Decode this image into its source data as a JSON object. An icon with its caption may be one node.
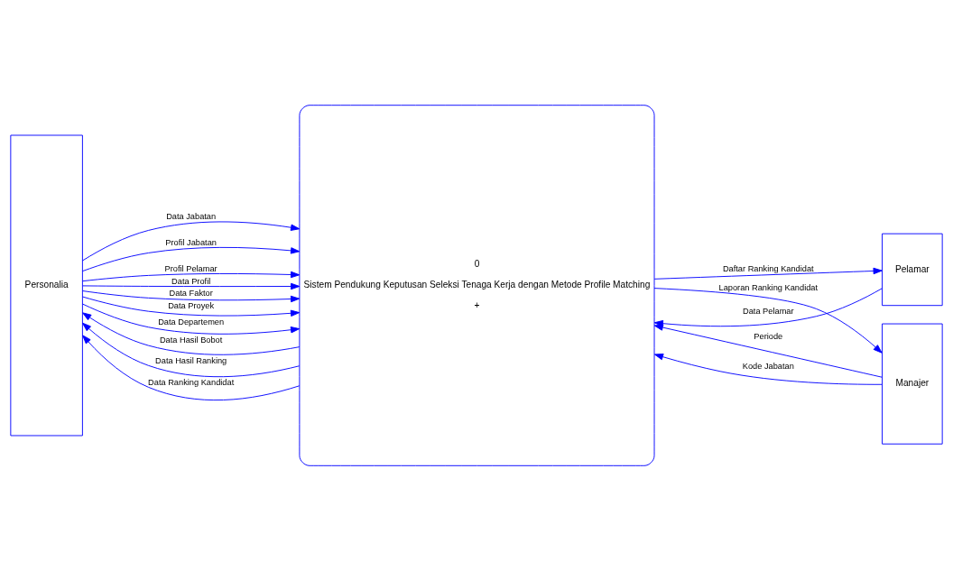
{
  "diagram": {
    "nodes": [
      {
        "text": [
          "Personalia"
        ]
      },
      {
        "text": [
          "0",
          "Sistem Pendukung Keputusan Seleksi Tenaga Kerja dengan Metode Profile Matching",
          "+"
        ]
      },
      {
        "text": [
          "Pelamar"
        ]
      },
      {
        "text": [
          "Manajer"
        ]
      }
    ],
    "edges": [
      {
        "from": 0,
        "to": 1,
        "arrow": "to",
        "label": "Data Jabatan"
      },
      {
        "from": 0,
        "to": 1,
        "arrow": "to",
        "label": "Profil Jabatan"
      },
      {
        "from": 0,
        "to": 1,
        "arrow": "to",
        "label": "Profil Pelamar"
      },
      {
        "from": 0,
        "to": 1,
        "arrow": "to",
        "label": "Data Profil"
      },
      {
        "from": 0,
        "to": 1,
        "arrow": "to",
        "label": "Data Faktor"
      },
      {
        "from": 0,
        "to": 1,
        "arrow": "to",
        "label": "Data Proyek"
      },
      {
        "from": 0,
        "to": 1,
        "arrow": "to",
        "label": "Data Departemen"
      },
      {
        "from": 1,
        "to": 0,
        "arrow": "to",
        "label": "Data Hasil Bobot"
      },
      {
        "from": 1,
        "to": 0,
        "arrow": "to",
        "label": "Data Hasil Ranking"
      },
      {
        "from": 1,
        "to": 0,
        "arrow": "to",
        "label": "Data Ranking Kandidat"
      },
      {
        "from": 2,
        "to": 1,
        "arrow": "to",
        "label": "Data Pelamar"
      },
      {
        "from": 1,
        "to": 2,
        "arrow": "to",
        "label": "Daftar Ranking Kandidat"
      },
      {
        "from": 3,
        "to": 1,
        "arrow": "to",
        "label": "Periode"
      },
      {
        "from": 3,
        "to": 1,
        "arrow": "to",
        "label": "Kode Jabatan"
      },
      {
        "from": 1,
        "to": 3,
        "arrow": "to",
        "label": "Laporan Ranking Kandidat"
      }
    ]
  }
}
